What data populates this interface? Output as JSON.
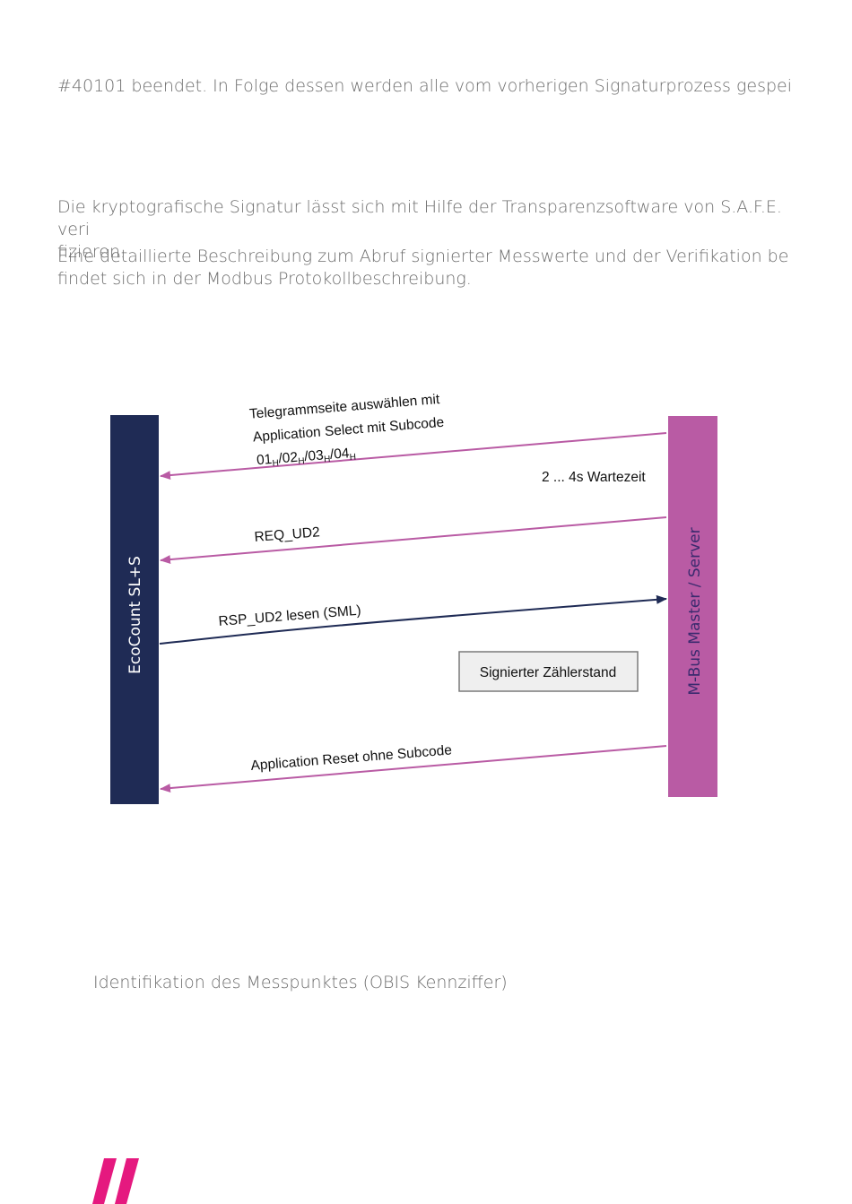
{
  "text": {
    "p1": "#40101 beendet. In Folge dessen werden alle vom vorherigen Signaturprozess gespei",
    "p2_line1": "Die kryptografische Signatur lässt sich mit Hilfe der Transparenzsoftware von S.A.F.E. veri",
    "p2_line2": "fizieren.",
    "p3_line1": "Eine detaillierte Beschreibung zum Abruf signierter Messwerte und der Verifikation be",
    "p3_line2": "findet sich in der Modbus Protokollbeschreibung.",
    "p4": "Identifikation des Messpunktes (OBIS Kennziffer)"
  },
  "diagram": {
    "left_bar_label": "EcoCount SL+S",
    "right_bar_label": "M-Bus Master / Server",
    "msg1_line1": "Telegrammseite  auswählen mit",
    "msg1_line2": "Application Select mit Subcode",
    "msg1_line3_parts": [
      "01",
      "H",
      "/02",
      "H",
      "/03",
      "H",
      "/04",
      "H"
    ],
    "wait": "2 ... 4s Wartezeit",
    "msg2": "REQ_UD2",
    "msg3": "RSP_UD2 lesen  (SML)",
    "box": "Signierter Zählerstand",
    "msg4": "Application Reset ohne Subcode",
    "colors": {
      "left_bar": "#1f2b55",
      "right_bar": "#b95ba4",
      "pink_arrow": "#b95ba4",
      "navy_arrow": "#1f2b55",
      "box_fill": "#efefef",
      "box_stroke": "#7a7a7a",
      "logo": "#e5197f"
    }
  }
}
